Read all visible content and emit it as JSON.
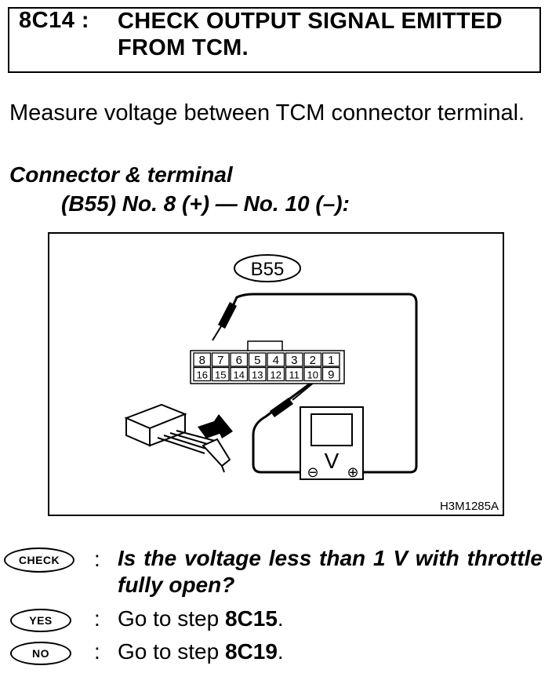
{
  "header": {
    "step_code": "8C14 :",
    "title": "CHECK OUTPUT SIGNAL EMITTED FROM TCM."
  },
  "instruction": "Measure voltage between TCM connector terminal.",
  "connector": {
    "title": "Connector & terminal",
    "value": "(B55) No. 8 (+) — No. 10 (–):"
  },
  "diagram": {
    "connector_label": "B55",
    "top_row_pins": [
      "8",
      "7",
      "6",
      "5",
      "4",
      "3",
      "2",
      "1"
    ],
    "bottom_row_pins": [
      "16",
      "15",
      "14",
      "13",
      "12",
      "11",
      "10",
      "9"
    ],
    "meter_symbol": "V",
    "minus_symbol": "⊖",
    "plus_symbol": "⊕",
    "figure_code": "H3M1285A"
  },
  "check": {
    "badge": "CHECK",
    "colon": ":",
    "question": "Is the voltage less than 1 V with throttle fully open?"
  },
  "yes": {
    "badge": "YES",
    "colon": ":",
    "text": "Go to step ",
    "step": "8C15",
    "end": "."
  },
  "no": {
    "badge": "NO",
    "colon": ":",
    "text": "Go to step ",
    "step": "8C19",
    "end": "."
  }
}
